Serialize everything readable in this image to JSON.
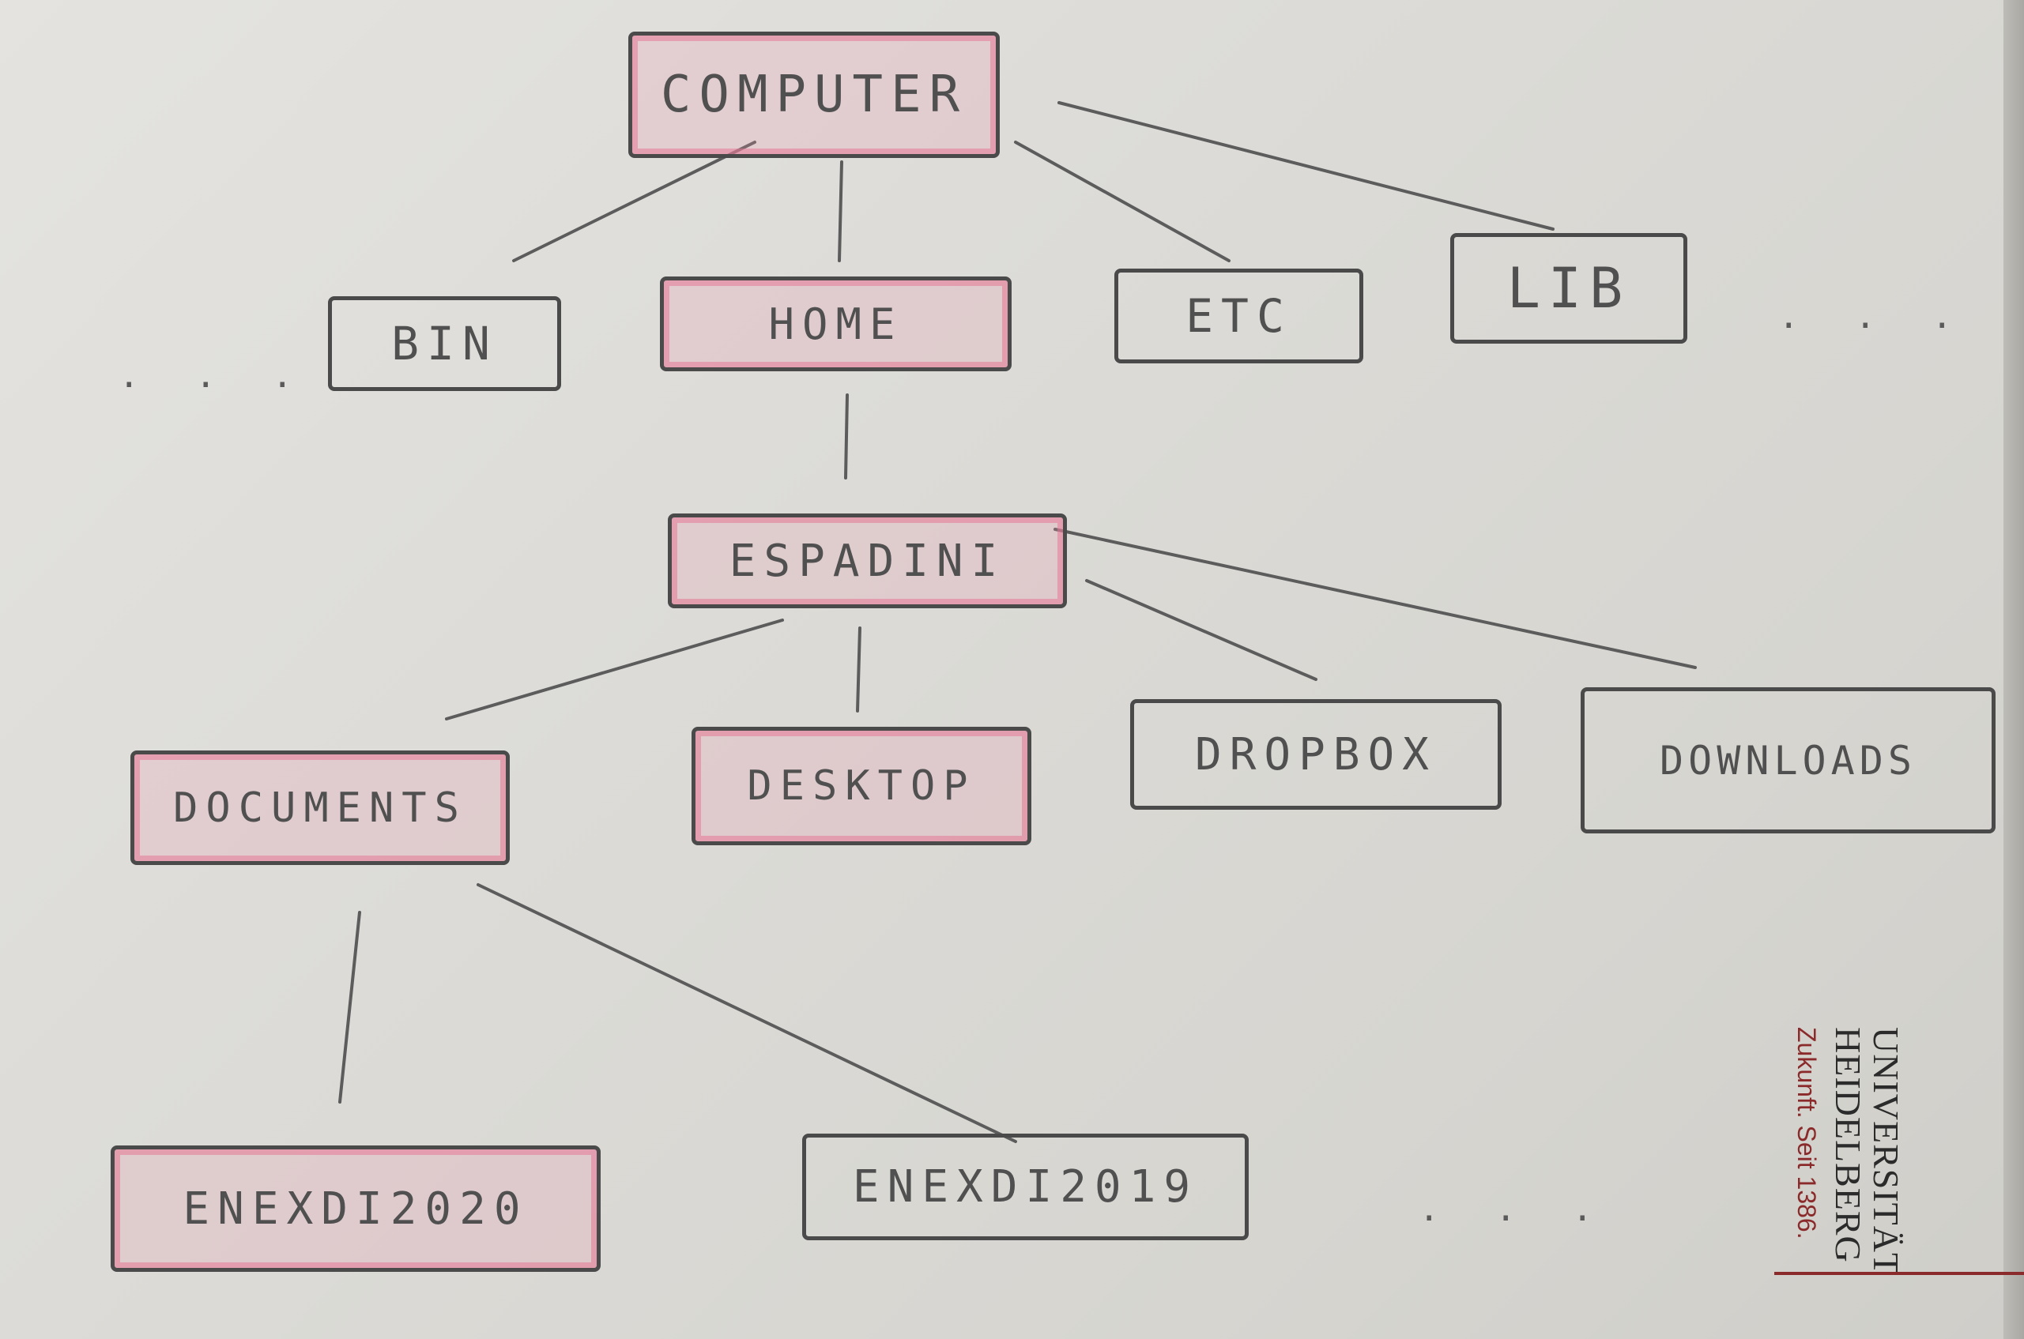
{
  "diagram": {
    "root": "COMPUTER",
    "level1": [
      "BIN",
      "HOME",
      "ETC",
      "LIB"
    ],
    "level2": [
      "ESPADINI"
    ],
    "level3": [
      "DOCUMENTS",
      "DESKTOP",
      "DROPBOX",
      "DOWNLOADS"
    ],
    "level4": [
      "ENEXDI2020",
      "ENEXDI2019"
    ],
    "ellipsis": ". . .",
    "highlight_color": "#e87896",
    "ink_color": "#4a4a4a"
  },
  "logo": {
    "line1": "UNIVERSITÄT",
    "line2": "HEIDELBERG",
    "line3": "Zukunft. Seit 1386.",
    "accent_color": "#8b2a2a"
  }
}
